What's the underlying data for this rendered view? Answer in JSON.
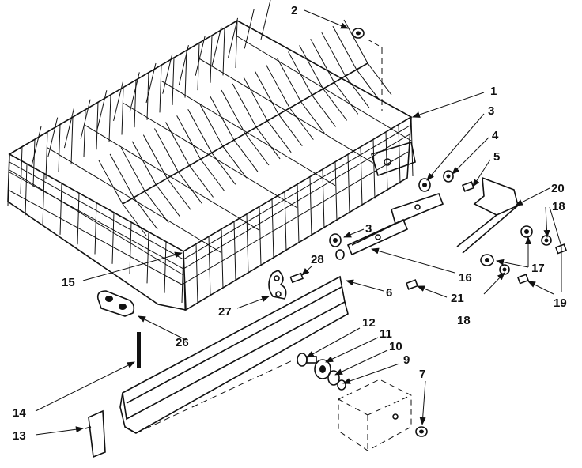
{
  "diagram": {
    "callouts": [
      {
        "id": "c1",
        "label": "1"
      },
      {
        "id": "c2",
        "label": "2"
      },
      {
        "id": "c3a",
        "label": "3"
      },
      {
        "id": "c3b",
        "label": "3"
      },
      {
        "id": "c4",
        "label": "4"
      },
      {
        "id": "c5",
        "label": "5"
      },
      {
        "id": "c6",
        "label": "6"
      },
      {
        "id": "c7",
        "label": "7"
      },
      {
        "id": "c9",
        "label": "9"
      },
      {
        "id": "c10",
        "label": "10"
      },
      {
        "id": "c11",
        "label": "11"
      },
      {
        "id": "c12",
        "label": "12"
      },
      {
        "id": "c13",
        "label": "13"
      },
      {
        "id": "c14",
        "label": "14"
      },
      {
        "id": "c15",
        "label": "15"
      },
      {
        "id": "c16",
        "label": "16"
      },
      {
        "id": "c17",
        "label": "17"
      },
      {
        "id": "c18a",
        "label": "18"
      },
      {
        "id": "c18b",
        "label": "18"
      },
      {
        "id": "c19",
        "label": "19"
      },
      {
        "id": "c20",
        "label": "20"
      },
      {
        "id": "c21",
        "label": "21"
      },
      {
        "id": "c26",
        "label": "26"
      },
      {
        "id": "c27",
        "label": "27"
      },
      {
        "id": "c28",
        "label": "28"
      }
    ]
  }
}
